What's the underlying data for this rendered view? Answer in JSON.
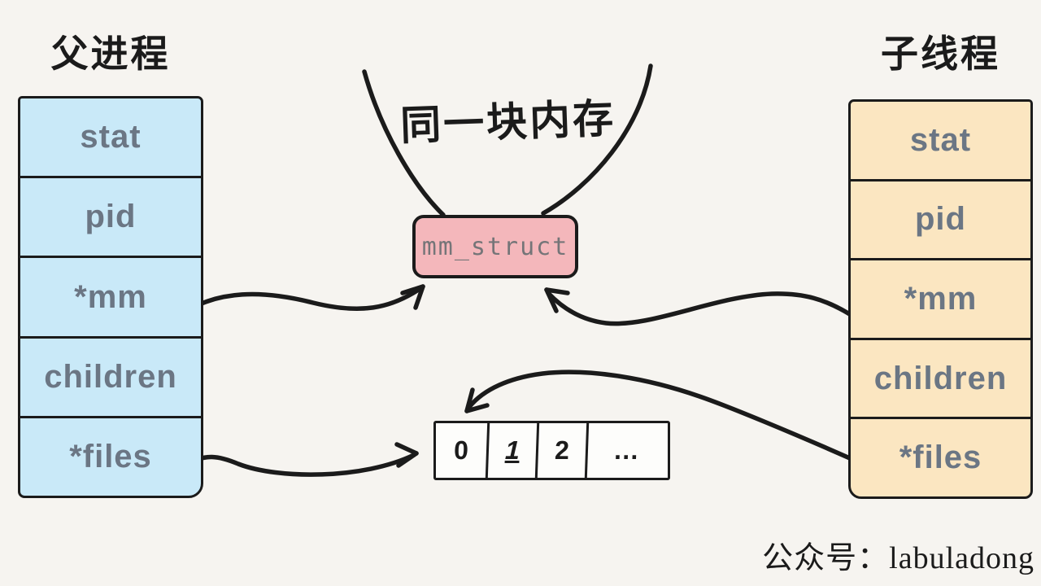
{
  "colors": {
    "background": "#f6f4f0",
    "ink": "#1b1b1b",
    "parent_box_fill": "#c9e9f8",
    "child_box_fill": "#fbe6c1",
    "mm_struct_fill": "#f4b7bb",
    "field_text": "#6b7684",
    "mm_struct_text": "#757578",
    "table_fill": "#fdfdfb"
  },
  "parent_process": {
    "title": "父进程",
    "fields": [
      "stat",
      "pid",
      "*mm",
      "children",
      "*files"
    ]
  },
  "child_thread": {
    "title": "子线程",
    "fields": [
      "stat",
      "pid",
      "*mm",
      "children",
      "*files"
    ]
  },
  "center": {
    "memory_note": "同一块内存",
    "mm_struct_label": "mm_struct"
  },
  "fd_table": {
    "cells": [
      "0",
      "1",
      "2",
      "…"
    ]
  },
  "watermark": "公众号：labuladong"
}
